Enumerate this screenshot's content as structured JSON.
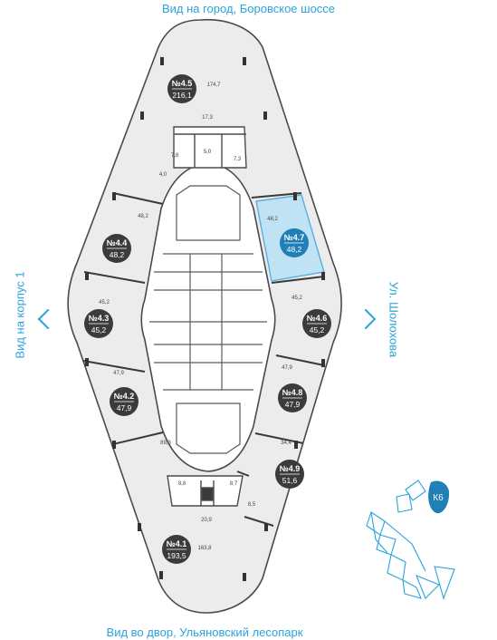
{
  "views": {
    "top": "Вид на город, Боровское шоссе",
    "bottom": "Вид во двор, Ульяновский лесопарк",
    "left": "Вид на корпус 1",
    "right": "Ул. Шолохова"
  },
  "colors": {
    "accent": "#2aa3dc",
    "floor_fill": "#ececec",
    "wall": "#3a3a3a",
    "badge": "#3b3b3b",
    "selected_fill": "#bfe2f4",
    "selected_badge": "#1f7fb6"
  },
  "apartments": [
    {
      "id": "4.5",
      "number": "№4.5",
      "area": "216,1",
      "selected": false
    },
    {
      "id": "4.4",
      "number": "№4.4",
      "area": "48,2",
      "selected": false
    },
    {
      "id": "4.3",
      "number": "№4.3",
      "area": "45,2",
      "selected": false
    },
    {
      "id": "4.2",
      "number": "№4.2",
      "area": "47,9",
      "selected": false
    },
    {
      "id": "4.1",
      "number": "№4.1",
      "area": "193,5",
      "selected": false
    },
    {
      "id": "4.7",
      "number": "№4.7",
      "area": "48,2",
      "selected": true
    },
    {
      "id": "4.6",
      "number": "№4.6",
      "area": "45,2",
      "selected": false
    },
    {
      "id": "4.8",
      "number": "№4.8",
      "area": "47,9",
      "selected": false
    },
    {
      "id": "4.9",
      "number": "№4.9",
      "area": "51,6",
      "selected": false
    }
  ],
  "room_labels": [
    "174,7",
    "17,3",
    "5,0",
    "7,8",
    "7,3",
    "4,0",
    "48,2",
    "48,2",
    "45,2",
    "45,2",
    "47,9",
    "47,9",
    "89,3",
    "34,4",
    "8,8",
    "8,7",
    "8,5",
    "20,9",
    "163,8"
  ],
  "keyplan": {
    "label": "К6"
  }
}
